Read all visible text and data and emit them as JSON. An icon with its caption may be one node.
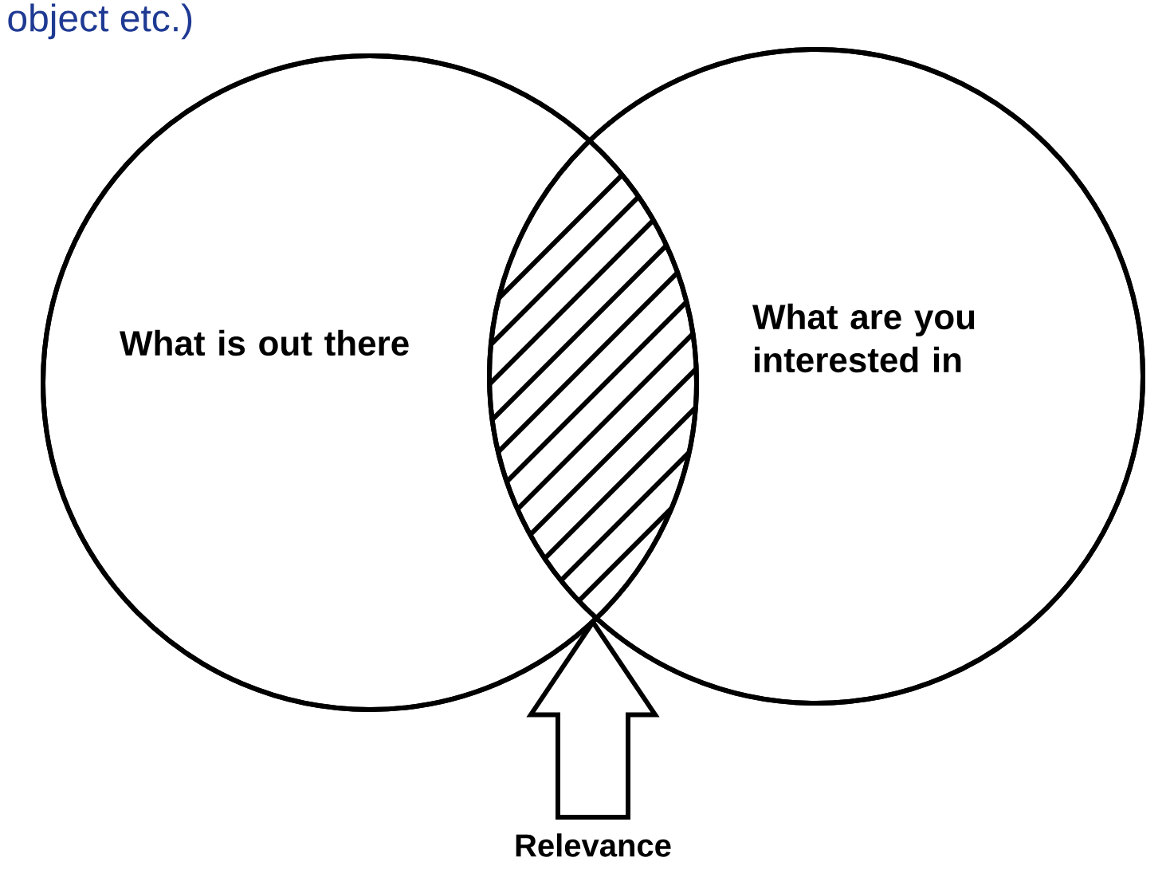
{
  "diagram": {
    "nodes": [
      {
        "text": [
          "What is out there"
        ]
      },
      {
        "text": [
          "What are you interested in"
        ]
      },
      {
        "text": [],
        "shape": "lens"
      },
      {
        "text": [
          "Relevance"
        ]
      }
    ],
    "edges": [
      {
        "from": 3,
        "to": 2,
        "arrow": "to"
      }
    ],
    "labels": [
      "object etc.)"
    ]
  }
}
